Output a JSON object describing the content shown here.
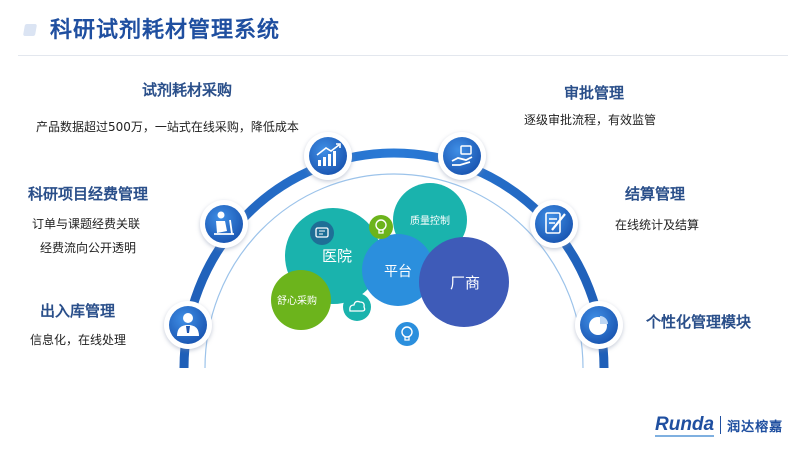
{
  "page": {
    "title": "科研试剂耗材管理系统"
  },
  "features": {
    "purchase": {
      "title": "试剂耗材采购",
      "desc": "产品数据超过500万，一站式在线采购，降低成本",
      "icon": "bar-chart-growth-icon"
    },
    "project": {
      "title": "科研项目经费管理",
      "desc1": "订单与课题经费关联",
      "desc2": "经费流向公开透明",
      "icon": "person-at-desk-icon"
    },
    "inout": {
      "title": "出入库管理",
      "desc": "信息化，在线处理",
      "icon": "user-suit-icon"
    },
    "approval": {
      "title": "审批管理",
      "desc": "逐级审批流程，有效监管",
      "icon": "hand-with-approval-icon"
    },
    "settle": {
      "title": "结算管理",
      "desc": "在线统计及结算",
      "icon": "document-signature-icon"
    },
    "custom": {
      "title": "个性化管理模块",
      "icon": "pie-chart-icon"
    }
  },
  "bubbles": {
    "hospital": "医院",
    "platform": "平台",
    "vendor": "厂商",
    "quality": "质量控制",
    "shopping": "舒心采购"
  },
  "small_icons": [
    "message-icon",
    "lightbulb-icon",
    "cloud-icon",
    "lightbulb-icon"
  ],
  "logo": {
    "brand": "Runda",
    "name": "润达榕嘉"
  },
  "colors": {
    "title": "#1f4fa0",
    "arc": "#1f68c4",
    "teal": "#1ab3ad",
    "blue": "#2b8fdd",
    "navy": "#3e5bb8",
    "green": "#6cb41c"
  }
}
